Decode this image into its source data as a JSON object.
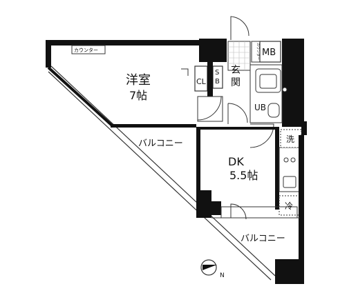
{
  "rooms": {
    "western": {
      "label": "洋室",
      "size": "7帖"
    },
    "dk": {
      "label": "DK",
      "size": "5.5帖"
    }
  },
  "labels": {
    "counter": "カウンター",
    "cl": "CL",
    "sb_s": "S",
    "sb_b": "B",
    "entrance_1": "玄",
    "entrance_2": "関",
    "mb": "MB",
    "shoe_cabinet": "カウンター",
    "ub": "UB",
    "balcony_upper": "バルコニー",
    "balcony_lower": "バルコニー",
    "washer": "洗",
    "fridge": "冷"
  },
  "compass": {
    "letter": "N"
  },
  "colors": {
    "wall": "#111111",
    "line": "#333333",
    "bg": "#ffffff"
  }
}
